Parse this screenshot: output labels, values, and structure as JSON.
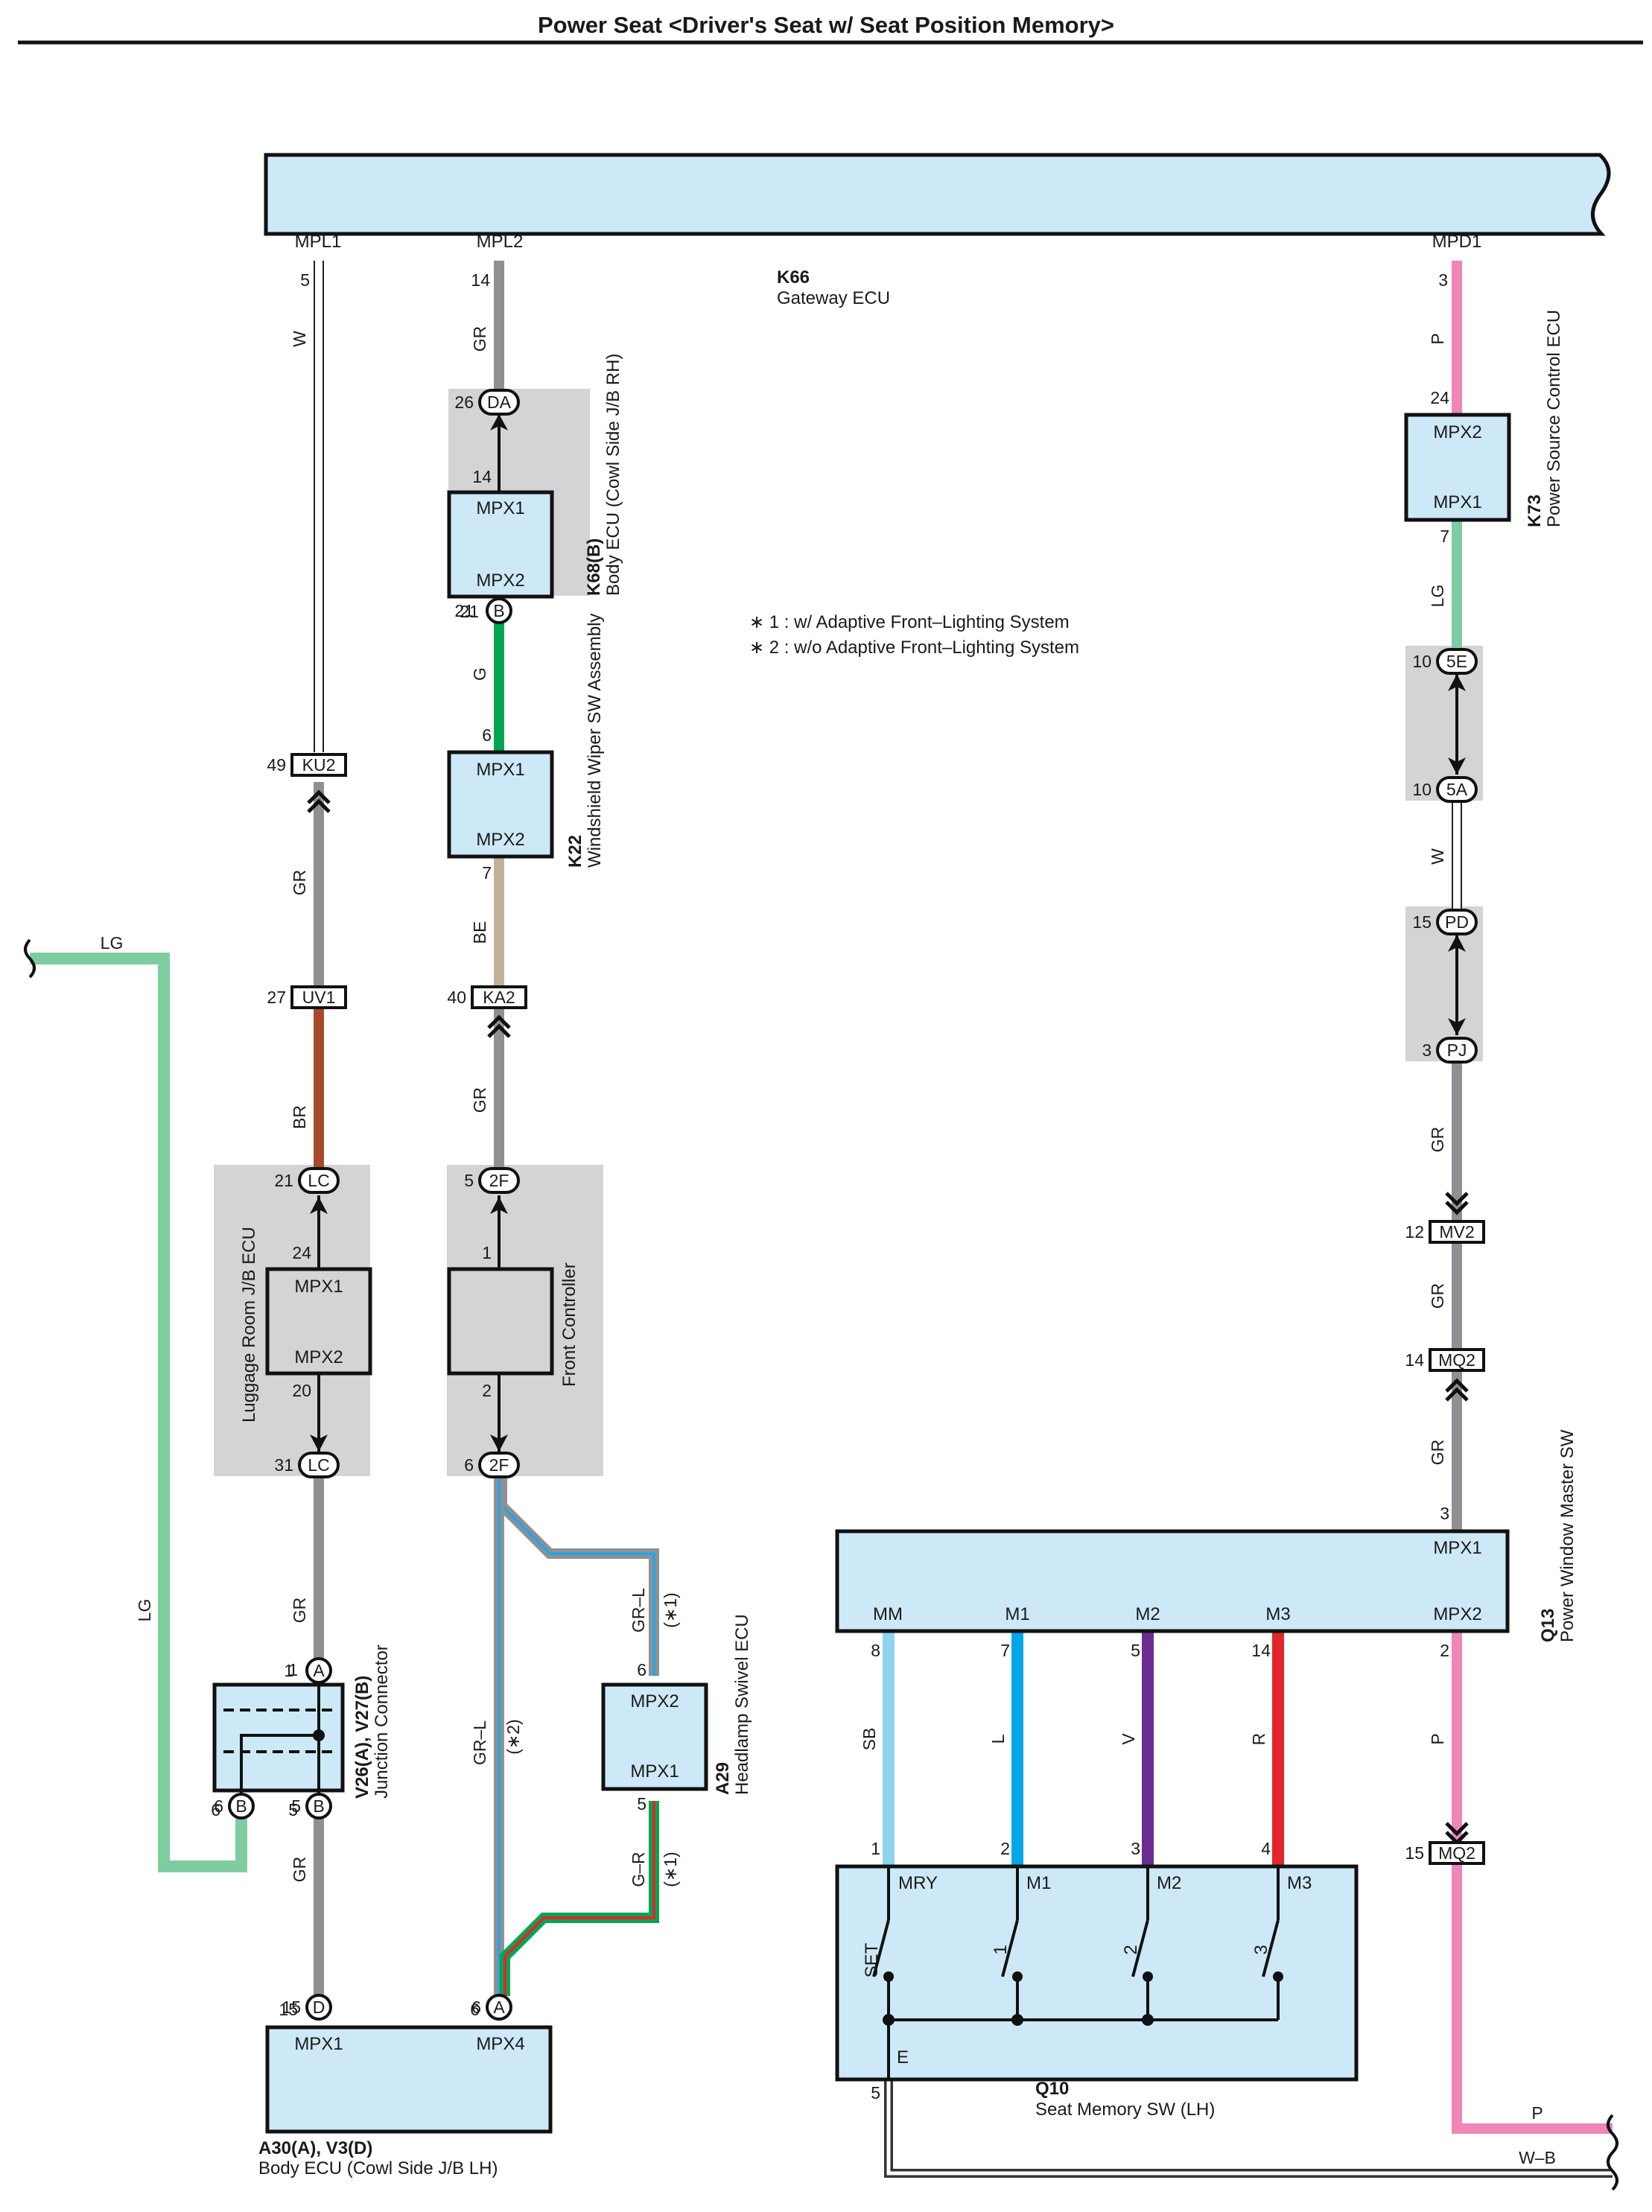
{
  "title": "Power Seat <Driver's Seat w/ Seat Position Memory>",
  "notes": [
    "∗ 1 : w/ Adaptive Front–Lighting System",
    "∗ 2 : w/o Adaptive Front–Lighting System"
  ],
  "colors": {
    "ecu_fill": "#cde9f7",
    "jb_fill": "#d4d4d6",
    "wire_W": "#ffffff",
    "wire_GR": "#8f9093",
    "wire_P": "#ee86b8",
    "wire_LG": "#7ecda0",
    "wire_G": "#00a651",
    "wire_BE": "#c2b19a",
    "wire_BR": "#a64b2a",
    "wire_SB": "#8dd3f0",
    "wire_L": "#00a6e6",
    "wire_V": "#6b2c91",
    "wire_R": "#e3262c",
    "wire_WB": "#444444"
  },
  "components": {
    "k66": {
      "code": "K66",
      "name": "Gateway ECU",
      "ports": [
        "MPL1",
        "MPL2",
        "MPD1"
      ],
      "pins": [
        "5",
        "14",
        "3"
      ]
    },
    "k68": {
      "code": "K68(B)",
      "name": "Body ECU (Cowl Side J/B RH)",
      "ports": [
        "MPX1",
        "MPX2"
      ],
      "pins": [
        "14",
        "21"
      ]
    },
    "k22": {
      "code": "K22",
      "name": "Windshield Wiper SW Assembly",
      "ports": [
        "MPX1",
        "MPX2"
      ],
      "pins": [
        "6",
        "7"
      ]
    },
    "k73": {
      "code": "K73",
      "name": "Power Source Control ECU",
      "ports": [
        "MPX2",
        "MPX1"
      ],
      "pins": [
        "24",
        "7"
      ]
    },
    "luggage": {
      "name": "Luggage Room J/B ECU",
      "ports": [
        "MPX1",
        "MPX2"
      ],
      "pins": [
        "24",
        "20"
      ]
    },
    "front": {
      "name": "Front Controller",
      "pins": [
        "1",
        "2"
      ]
    },
    "a29": {
      "code": "A29",
      "name": "Headlamp Swivel ECU",
      "ports": [
        "MPX2",
        "MPX1"
      ],
      "pins": [
        "6",
        "5"
      ]
    },
    "v26": {
      "code": "V26(A), V27(B)",
      "name": "Junction Connector",
      "pins": [
        "1",
        "6",
        "5"
      ]
    },
    "a30": {
      "code": "A30(A), V3(D)",
      "name": "Body ECU (Cowl Side J/B LH)",
      "ports": [
        "MPX1",
        "MPX4"
      ],
      "pins": [
        "15",
        "6"
      ]
    },
    "q13": {
      "code": "Q13",
      "name": "Power Window Master SW",
      "ports": [
        "MPX1",
        "MM",
        "M1",
        "M2",
        "M3",
        "MPX2"
      ],
      "pins": [
        "3",
        "8",
        "7",
        "5",
        "14",
        "2"
      ]
    },
    "q10": {
      "code": "Q10",
      "name": "Seat Memory SW (LH)",
      "ports": [
        "MRY",
        "M1",
        "M2",
        "M3",
        "E"
      ],
      "pins": [
        "1",
        "2",
        "3",
        "4",
        "5"
      ],
      "switches": [
        "SET",
        "1",
        "2",
        "3"
      ]
    }
  },
  "connectors": [
    {
      "id": "DA",
      "pin": "26"
    },
    {
      "id": "B",
      "pin": "21"
    },
    {
      "id": "KU2",
      "pin": "49"
    },
    {
      "id": "UV1",
      "pin": "27"
    },
    {
      "id": "KA2",
      "pin": "40"
    },
    {
      "id": "LC",
      "pin": "21"
    },
    {
      "id": "LC",
      "pin": "31"
    },
    {
      "id": "2F",
      "pin": "5"
    },
    {
      "id": "2F",
      "pin": "6"
    },
    {
      "id": "A",
      "pin": "1"
    },
    {
      "id": "B",
      "pin": "6"
    },
    {
      "id": "B",
      "pin": "5"
    },
    {
      "id": "D",
      "pin": "15"
    },
    {
      "id": "A",
      "pin": "6"
    },
    {
      "id": "5E",
      "pin": "10"
    },
    {
      "id": "5A",
      "pin": "10"
    },
    {
      "id": "PD",
      "pin": "15"
    },
    {
      "id": "PJ",
      "pin": "3"
    },
    {
      "id": "MV2",
      "pin": "12"
    },
    {
      "id": "MQ2",
      "pin": "14"
    },
    {
      "id": "MQ2",
      "pin": "15"
    }
  ],
  "wires": {
    "w_mpl1": "W",
    "gr_mpl2": "GR",
    "p_mpd1": "P",
    "g_k68": "G",
    "lg_k73": "LG",
    "gr_ku2": "GR",
    "w_5a": "W",
    "be_k22": "BE",
    "lg_left": "LG",
    "br_uv1": "BR",
    "gr_ka2": "GR",
    "gr_pj": "GR",
    "gr_mv2": "GR",
    "gr_mq2": "GR",
    "gr_lc": "GR",
    "grl_a29": "GR–L",
    "note1_a": "(∗1)",
    "lg_left2": "LG",
    "grl_main": "GR–L",
    "note2": "(∗2)",
    "sb": "SB",
    "l": "L",
    "v": "V",
    "r": "R",
    "p_q13": "P",
    "gr_a30": "GR",
    "gr_a29": "G–R",
    "note1_b": "(∗1)",
    "p_right": "P",
    "wb": "W–B"
  }
}
